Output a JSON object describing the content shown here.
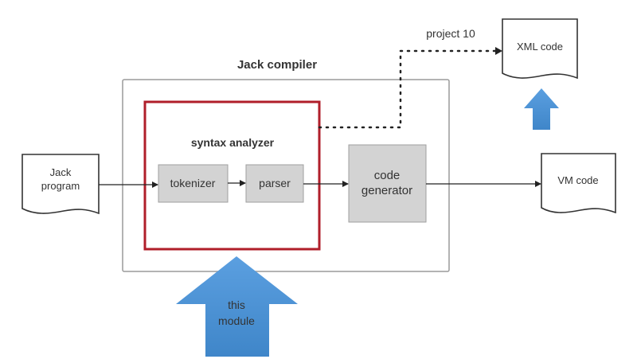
{
  "diagram": {
    "outer_box_label": "Jack compiler",
    "inner_box_label": "syntax analyzer",
    "project_label": "project 10",
    "nodes": {
      "jack_program": [
        "Jack",
        "program"
      ],
      "tokenizer": "tokenizer",
      "parser": "parser",
      "code_generator": [
        "code",
        "generator"
      ],
      "xml_code": "XML code",
      "vm_code": "VM code"
    },
    "module_arrow": [
      "this",
      "module"
    ],
    "colors": {
      "inner_box_border": "#b01e2a",
      "outer_box_border": "#9a9a9a",
      "component_fill": "#d3d3d3",
      "component_border": "#9f9f9f",
      "arrow_blue": "#4a8fd0",
      "text": "#333333"
    }
  }
}
